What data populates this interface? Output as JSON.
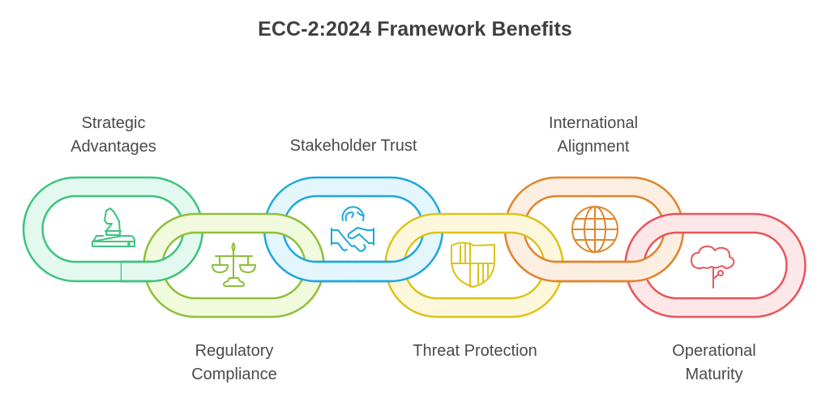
{
  "title": "ECC-2:2024 Framework Benefits",
  "links": [
    {
      "id": "strategic-advantages",
      "label_lines": [
        "Strategic",
        "Advantages"
      ],
      "label_position": "top",
      "icon": "chess-knight-icon",
      "stroke": "#3cc47f",
      "fill": "#e3f9ef"
    },
    {
      "id": "regulatory-compliance",
      "label_lines": [
        "Regulatory",
        "Compliance"
      ],
      "label_position": "bottom",
      "icon": "scales-of-justice-icon",
      "stroke": "#8fbf3a",
      "fill": "#f1fadc"
    },
    {
      "id": "stakeholder-trust",
      "label_lines": [
        "Stakeholder Trust"
      ],
      "label_position": "top",
      "icon": "handshake-globe-icon",
      "stroke": "#1fa8dc",
      "fill": "#e3f6fd"
    },
    {
      "id": "threat-protection",
      "label_lines": [
        "Threat Protection"
      ],
      "label_position": "bottom",
      "icon": "shield-icon",
      "stroke": "#dcc318",
      "fill": "#fdf8dc"
    },
    {
      "id": "international-alignment",
      "label_lines": [
        "International",
        "Alignment"
      ],
      "label_position": "top",
      "icon": "globe-icon",
      "stroke": "#e0842c",
      "fill": "#fdeee2"
    },
    {
      "id": "operational-maturity",
      "label_lines": [
        "Operational",
        "Maturity"
      ],
      "label_position": "bottom",
      "icon": "tree-icon",
      "stroke": "#e8555a",
      "fill": "#fde7e8"
    }
  ]
}
